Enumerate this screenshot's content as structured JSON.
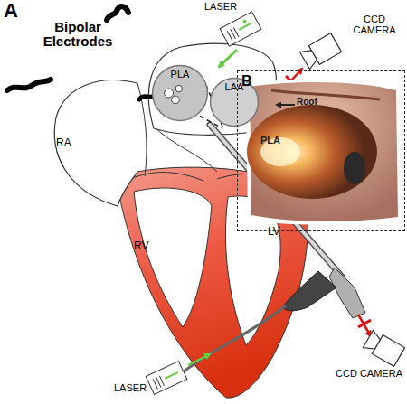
{
  "diagram": {
    "nodes": [
      {
        "text": [
          "PLA"
        ]
      },
      {
        "text": [
          "LAA"
        ]
      },
      {
        "text": [
          "B"
        ]
      }
    ],
    "labels": [
      "A",
      "Bipolar Electrodes",
      "LASER",
      "CCD CAMERA",
      "RA",
      "LV",
      "RV",
      "Roof",
      "PLA",
      "CCD CAMERA",
      "LASER"
    ]
  }
}
